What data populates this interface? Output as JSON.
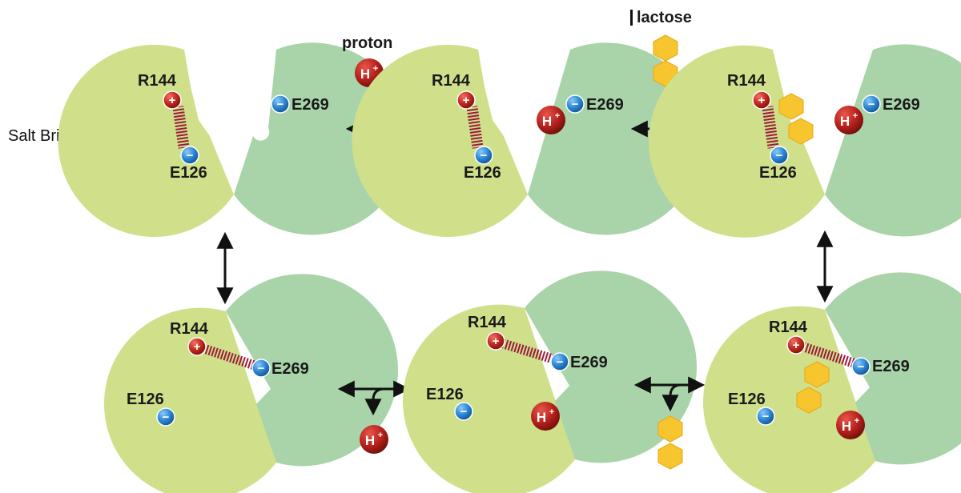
{
  "side_label": "Salt Bridge",
  "proton_label": "proton",
  "lactose_label": "lactose",
  "residues": {
    "r144": "R144",
    "e126": "E126",
    "e269": "E269"
  },
  "hydrogen": "H",
  "plus": "+",
  "minus": "−",
  "colors": {
    "left_domain": "#cfdf8a",
    "right_domain": "#a9d3a9",
    "positive": "#c0281e",
    "negative": "#2a86d6",
    "proton": "#b3201b",
    "lactose": "#f7c52e",
    "bridge": "#8e1a5a",
    "arrow": "#111111"
  }
}
